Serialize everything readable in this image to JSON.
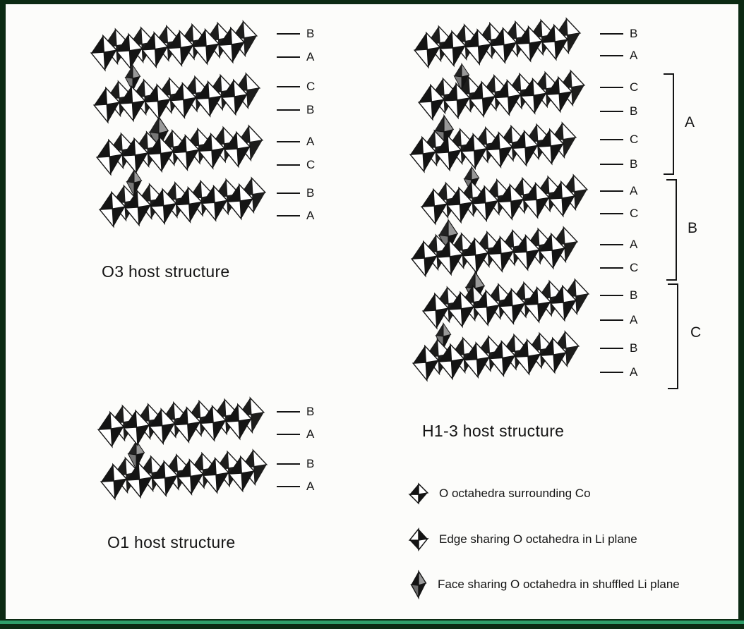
{
  "figure": {
    "o3": {
      "caption": "O3 host structure",
      "labels": [
        "B",
        "A",
        "C",
        "B",
        "A",
        "C",
        "B",
        "A"
      ]
    },
    "o1": {
      "caption": "O1 host structure",
      "labels": [
        "B",
        "A",
        "B",
        "A"
      ]
    },
    "h13": {
      "caption": "H1-3 host structure",
      "labels": [
        "B",
        "A",
        "C",
        "B",
        "C",
        "B",
        "A",
        "C",
        "A",
        "C",
        "B",
        "A",
        "B",
        "A"
      ],
      "brackets": [
        "A",
        "B",
        "C"
      ]
    },
    "legend": {
      "items": [
        {
          "icon": "co-octahedron-icon",
          "label": "O octahedra surrounding Co"
        },
        {
          "icon": "edge-sharing-octahedron-icon",
          "label": "Edge sharing O octahedra in Li plane"
        },
        {
          "icon": "face-sharing-octahedron-icon",
          "label": "Face sharing O octahedra in shuffled Li plane"
        }
      ]
    },
    "colors": {
      "frame": "#0c2a13",
      "bottom_stripe": "#2f9e6a",
      "ink": "#141414",
      "paper": "#fcfcfa"
    }
  }
}
